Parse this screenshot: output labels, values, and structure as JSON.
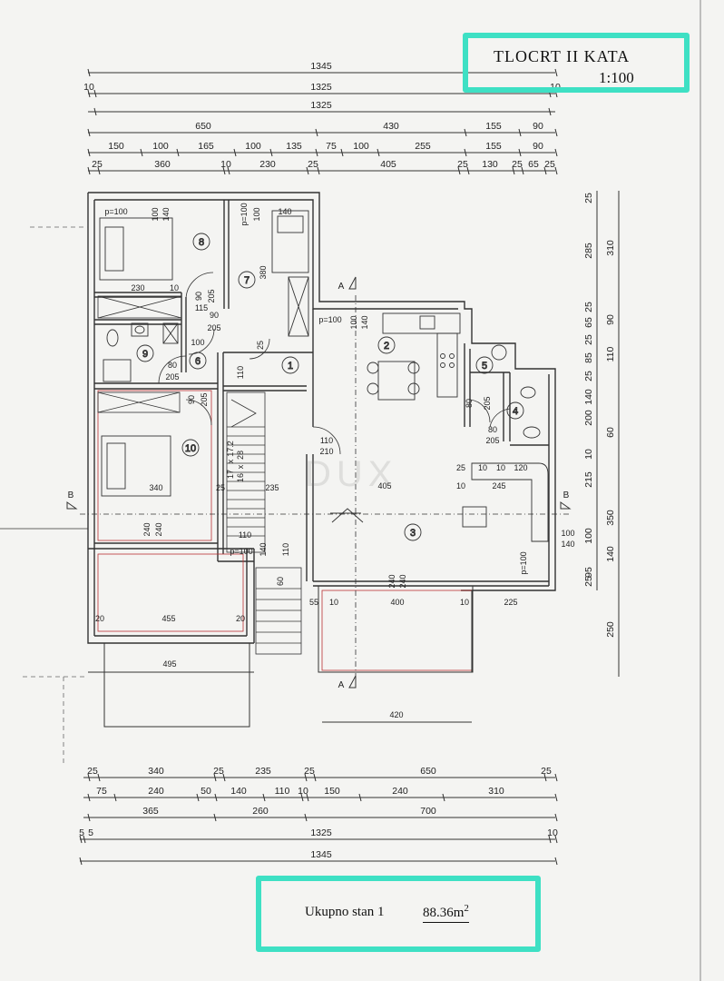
{
  "title": {
    "main": "TLOCRT II KATA",
    "scale": "1:100"
  },
  "total": {
    "label": "Ukupno stan 1",
    "value": "88.36",
    "unit": "m",
    "unit_exp": "2"
  },
  "watermark": "DUX",
  "dims_top": [
    [
      "1345"
    ],
    [
      "10",
      "1325",
      "10"
    ],
    [
      "1325"
    ],
    [
      "650",
      "430",
      "155",
      "90"
    ],
    [
      "150",
      "100",
      "165",
      "100",
      "135",
      "75",
      "100",
      "255",
      "155",
      "90"
    ],
    [
      "25",
      "360",
      "10",
      "230",
      "25",
      "405",
      "25",
      "130",
      "25",
      "65",
      "25"
    ]
  ],
  "dims_bottom": [
    [
      "25",
      "340",
      "25",
      "235",
      "25",
      "650",
      "25"
    ],
    [
      "75",
      "240",
      "50",
      "140",
      "110",
      "10",
      "150",
      "240",
      "310"
    ],
    [
      "365",
      "260",
      "700"
    ],
    [
      "5",
      "5",
      "1325",
      "10"
    ],
    [
      "1345"
    ]
  ],
  "dims_right_inner": [
    "25",
    "285",
    "25",
    "65",
    "25",
    "85",
    "25",
    "140",
    "200",
    "10",
    "215",
    "100",
    "95",
    "25"
  ],
  "dims_right_outer": [
    "310",
    "90",
    "110",
    "60",
    "350",
    "140",
    "250"
  ],
  "rooms": [
    "1",
    "2",
    "3",
    "4",
    "5",
    "6",
    "7",
    "8",
    "9",
    "10"
  ],
  "section_marks": [
    "A",
    "A",
    "B",
    "B"
  ],
  "plan_labels": [
    "p=100",
    "100",
    "140",
    "p=100",
    "100",
    "140",
    "380",
    "230",
    "10",
    "90",
    "205",
    "115",
    "90",
    "205",
    "100",
    "80",
    "205",
    "110",
    "25",
    "p=100",
    "100",
    "140",
    "80",
    "205",
    "80",
    "205",
    "90",
    "205",
    "17",
    "x",
    "17.2",
    "16",
    "x",
    "28",
    "110",
    "210",
    "25",
    "10",
    "10",
    "120",
    "405",
    "10",
    "245",
    "340",
    "25",
    "235",
    "240",
    "240",
    "110",
    "140",
    "110",
    "p=100",
    "p=100",
    "100",
    "140",
    "60",
    "240",
    "240",
    "55",
    "10",
    "400",
    "10",
    "225",
    "20",
    "455",
    "20",
    "495",
    "420"
  ]
}
